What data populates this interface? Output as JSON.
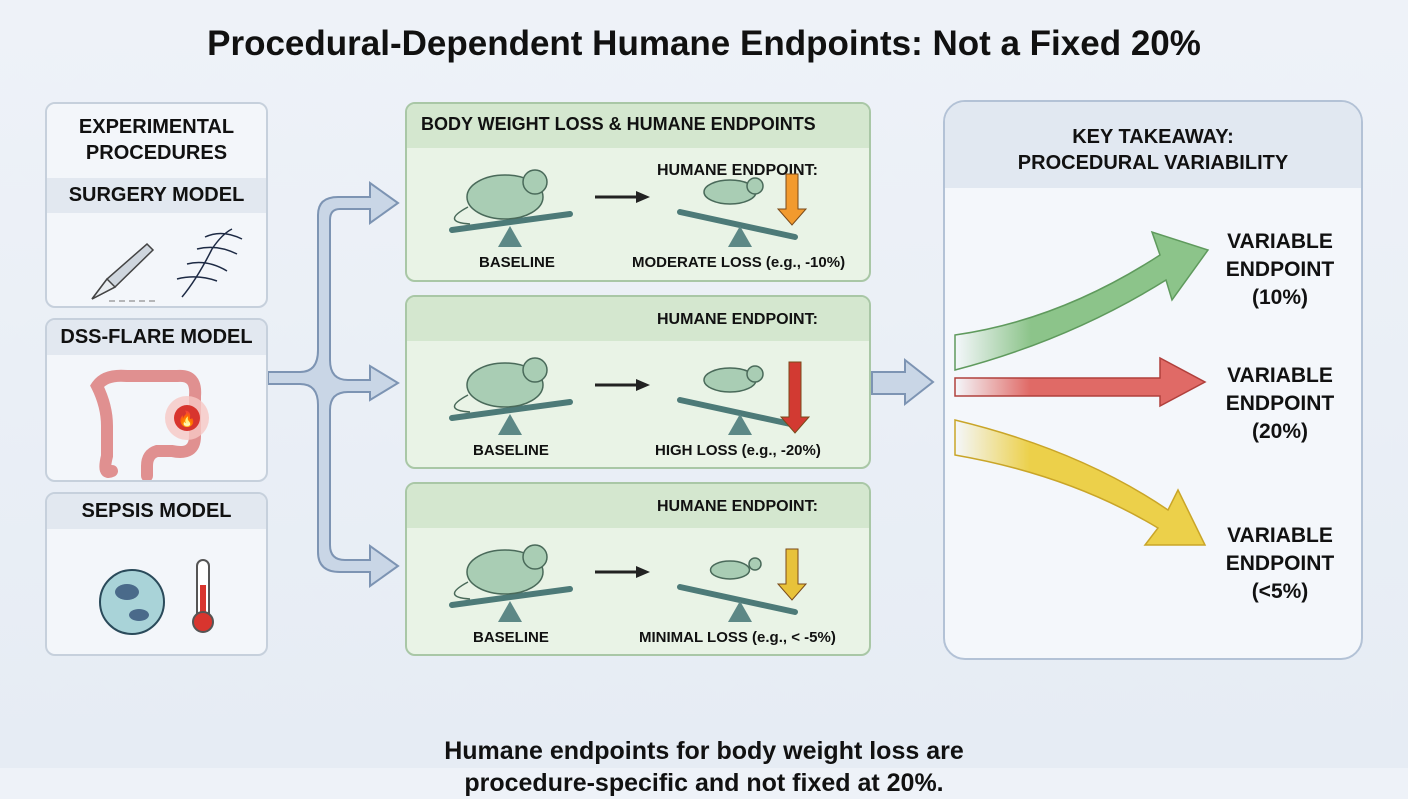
{
  "title": "Procedural-Dependent Humane Endpoints: Not a Fixed 20%",
  "left": {
    "header": "EXPERIMENTAL PROCEDURES",
    "models": [
      {
        "label": "SURGERY MODEL",
        "icons": [
          "scalpel-icon",
          "sutures-icon"
        ]
      },
      {
        "label": "DSS-FLARE MODEL",
        "icons": [
          "colon-icon",
          "inflammation-flame-icon"
        ]
      },
      {
        "label": "SEPSIS MODEL",
        "icons": [
          "bacteria-icon",
          "thermometer-icon"
        ]
      }
    ]
  },
  "middle": {
    "header": "BODY WEIGHT LOSS & HUMANE ENDPOINTS",
    "panels": [
      {
        "endpoint_label": "HUMANE ENDPOINT:",
        "baseline": "BASELINE",
        "loss": "MODERATE LOSS (e.g., -10%)",
        "arrow_color": "#f29a2e"
      },
      {
        "endpoint_label": "HUMANE ENDPOINT:",
        "baseline": "BASELINE",
        "loss": "HIGH LOSS (e.g., -20%)",
        "arrow_color": "#d23a32"
      },
      {
        "endpoint_label": "HUMANE ENDPOINT:",
        "baseline": "BASELINE",
        "loss": "MINIMAL LOSS (e.g., < -5%)",
        "arrow_color": "#e8c23a"
      }
    ]
  },
  "right": {
    "header_line1": "KEY TAKEAWAY:",
    "header_line2": "PROCEDURAL VARIABILITY",
    "endpoints": [
      {
        "l1": "VARIABLE",
        "l2": "ENDPOINT",
        "l3": "(10%)",
        "color": "#8cc48a"
      },
      {
        "l1": "VARIABLE",
        "l2": "ENDPOINT",
        "l3": "(20%)",
        "color": "#e06a66"
      },
      {
        "l1": "VARIABLE",
        "l2": "ENDPOINT",
        "l3": "(<5%)",
        "color": "#ecd04a"
      }
    ]
  },
  "bottom": {
    "line1": "Humane endpoints for body weight loss are",
    "line2": "procedure-specific and not fixed at 20%."
  }
}
